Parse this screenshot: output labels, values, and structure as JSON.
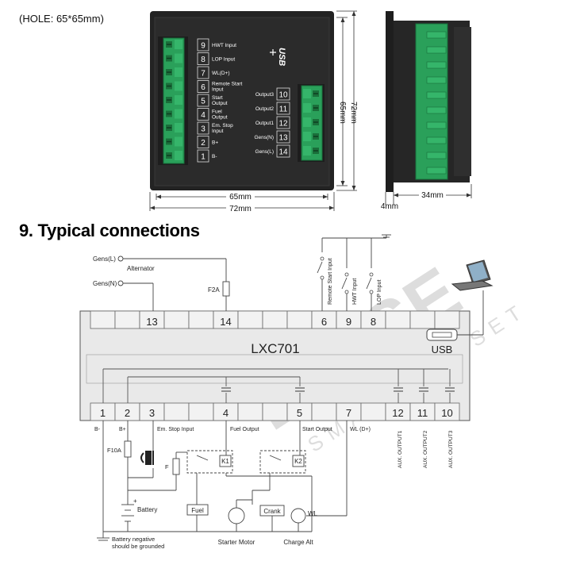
{
  "hole_label": "(HOLE: 65*65mm)",
  "heading": "9. Typical connections",
  "front_view": {
    "left_terminals": [
      {
        "num": "9",
        "label": "HWT Input"
      },
      {
        "num": "8",
        "label": "LOP Input"
      },
      {
        "num": "7",
        "label": "WL(D+)"
      },
      {
        "num": "6",
        "label": "Remote Start Input"
      },
      {
        "num": "5",
        "label": "Start Output"
      },
      {
        "num": "4",
        "label": "Fuel Output"
      },
      {
        "num": "3",
        "label": "Em. Stop Input"
      },
      {
        "num": "2",
        "label": "B+"
      },
      {
        "num": "1",
        "label": "B-"
      }
    ],
    "right_terminals": [
      {
        "num": "10",
        "label": "Output3"
      },
      {
        "num": "11",
        "label": "Output2"
      },
      {
        "num": "12",
        "label": "Output1"
      },
      {
        "num": "13",
        "label": "Gens(N)"
      },
      {
        "num": "14",
        "label": "Gens(L)"
      }
    ],
    "usb_text": "USB",
    "dim_width_inner": "65mm",
    "dim_width_outer": "72mm",
    "dim_height_inner": "65mm",
    "dim_height_outer": "72mm"
  },
  "side_view": {
    "dim_depth": "34mm",
    "dim_flange": "4mm"
  },
  "diagram": {
    "controller_name": "LXC701",
    "usb_label": "USB",
    "watermark_main": "LIXiSE",
    "watermark_sub": "SMART GENSET",
    "top_terminals": [
      "13",
      "14",
      "6",
      "9",
      "8"
    ],
    "bottom_terminals": [
      "1",
      "2",
      "3",
      "4",
      "5",
      "7",
      "12",
      "11",
      "10"
    ],
    "gens_l": "Gens(L)",
    "gens_n": "Gens(N)",
    "alternator": "Alternator",
    "fuse_f2a": "F2A",
    "fuse_f10a": "F10A",
    "fuse_f": "F",
    "remote_start_input": "Remote Start Input",
    "hwt_input": "HWT Input",
    "lop_input": "LOP Input",
    "b_minus": "B-",
    "b_plus": "B+",
    "em_stop_input": "Em. Stop Input",
    "fuel_output": "Fuel Output",
    "start_output": "Start Output",
    "wl": "WL (D+)",
    "aux1": "AUX. OUTPUT1",
    "aux2": "AUX. OUTPUT2",
    "aux3": "AUX. OUTPUT3",
    "k1": "K1",
    "k2": "K2",
    "battery": "Battery",
    "fuel": "Fuel",
    "crank": "Crank",
    "wl_lamp": "WL",
    "starter_motor": "Starter Motor",
    "charge_alt": "Charge Alt",
    "ground_note_1": "Battery negative",
    "ground_note_2": "should be grounded"
  }
}
